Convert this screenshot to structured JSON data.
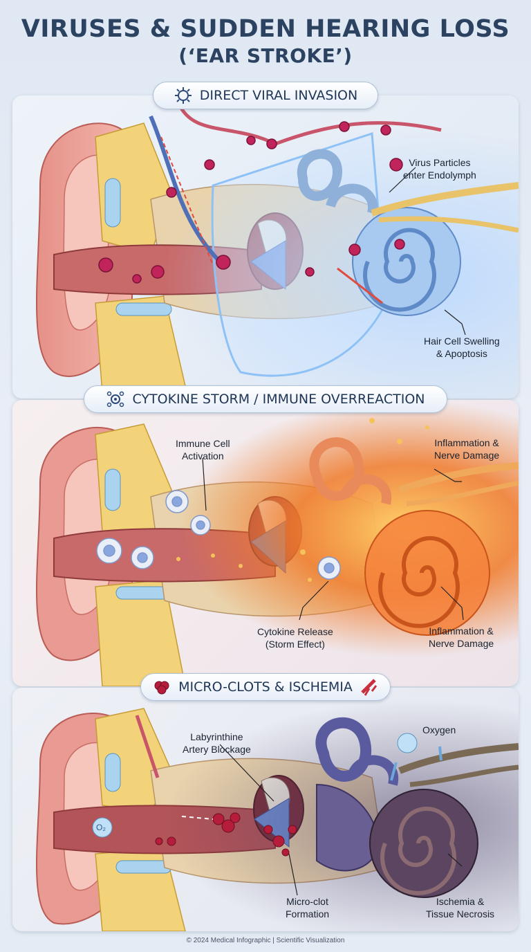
{
  "header": {
    "title_line1": "VIRUSES & SUDDEN HEARING LOSS",
    "title_line2": "(‘EAR STROKE’)"
  },
  "panels": [
    {
      "heading": "DIRECT VIRAL INVASION",
      "icon": "virus-icon",
      "labels": {
        "virus_particles": [
          "Virus Particles",
          "enter Endolymph"
        ],
        "hair_cell": [
          "Hair Cell Swelling",
          "& Apoptosis"
        ]
      }
    },
    {
      "heading": "CYTOKINE STORM / IMMUNE OVERREACTION",
      "icon": "immune-cell-icon",
      "labels": {
        "immune_cell": [
          "Immune Cell",
          "Activation"
        ],
        "inflammation_top": [
          "Inflammation &",
          "Nerve Damage"
        ],
        "cytokine_release": [
          "Cytokine Release",
          "(Storm Effect)"
        ],
        "inflammation_bottom": [
          "Inflammation &",
          "Nerve Damage"
        ]
      }
    },
    {
      "heading": "MICRO-CLOTS & ISCHEMIA",
      "icon": "blood-clot-icon",
      "icon_right": "artery-blockage-icon",
      "labels": {
        "artery_blockage": [
          "Labyrinthine",
          "Artery Blockage"
        ],
        "oxygen": "Oxygen",
        "micro_clot": [
          "Micro-clot",
          "Formation"
        ],
        "ischemia": [
          "Ischemia &",
          "Tissue Necrosis"
        ],
        "o2_symbol": "O₂"
      }
    }
  ],
  "footer": "© 2024 Medical Infographic | Scientific Visualization",
  "colors": {
    "title": "#2b4260",
    "virus": "#c0245a",
    "ear_skin": "#e89a93",
    "bone": "#e9d3ad",
    "fat": "#f2d37a",
    "inflammation": "#f07a2a",
    "ischemia": "#4a3e63"
  }
}
